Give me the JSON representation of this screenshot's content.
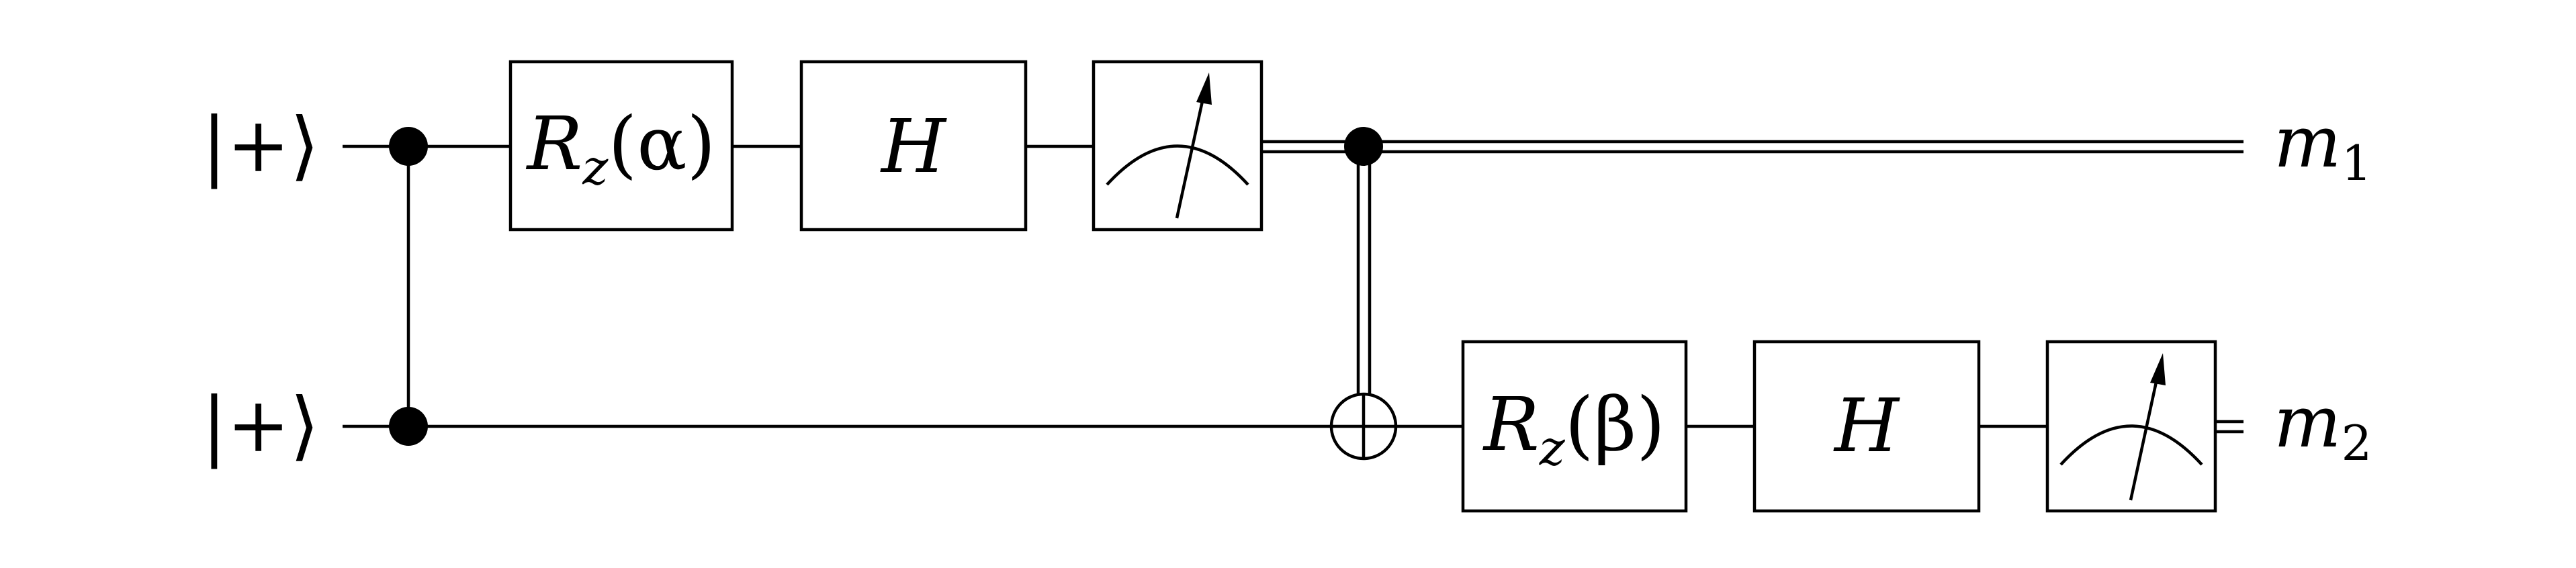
{
  "circuit": {
    "qubits": [
      {
        "input": "|+⟩",
        "output": "m",
        "output_sub": "1"
      },
      {
        "input": "|+⟩",
        "output": "m",
        "output_sub": "2"
      }
    ],
    "gates": {
      "rz_alpha": {
        "name": "R",
        "sub": "z",
        "arg": "(α)"
      },
      "h_top": {
        "label": "H"
      },
      "rz_beta": {
        "name": "R",
        "sub": "z",
        "arg": "(β)"
      },
      "h_bottom": {
        "label": "H"
      }
    },
    "operations": [
      "controlled-Z between qubit 1 and qubit 2",
      "Rz(α) on qubit 1",
      "H on qubit 1",
      "measure qubit 1",
      "classically-controlled X from measurement 1 onto qubit 2",
      "Rz(β) on qubit 2",
      "H on qubit 2",
      "measure qubit 2"
    ]
  }
}
